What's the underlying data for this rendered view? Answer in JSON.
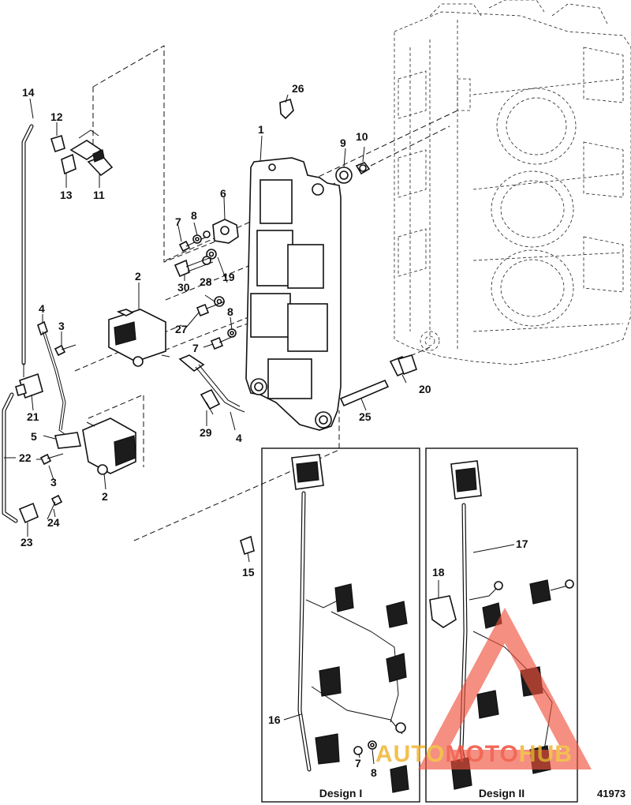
{
  "figure_number": "41973",
  "callouts": {
    "c1": "1",
    "c2a": "2",
    "c2b": "2",
    "c3a": "3",
    "c3b": "3",
    "c4a": "4",
    "c4b": "4",
    "c5": "5",
    "c6": "6",
    "c7a": "7",
    "c7b": "7",
    "c7c": "7",
    "c8a": "8",
    "c8b": "8",
    "c8c": "8",
    "c9": "9",
    "c10": "10",
    "c11": "11",
    "c12": "12",
    "c13": "13",
    "c14": "14",
    "c15": "15",
    "c16": "16",
    "c17": "17",
    "c18": "18",
    "c19": "19",
    "c20": "20",
    "c21": "21",
    "c22": "22",
    "c23": "23",
    "c24": "24",
    "c25": "25",
    "c26": "26",
    "c27": "27",
    "c28": "28",
    "c29": "29",
    "c30": "30"
  },
  "panels": {
    "design1_label": "Design I",
    "design2_label": "Design II"
  },
  "watermark": {
    "part1": "AUTO",
    "part2": "MOTO",
    "part3": "HUB",
    "color_main": "#f0503c",
    "color_alt": "#f0b432"
  }
}
